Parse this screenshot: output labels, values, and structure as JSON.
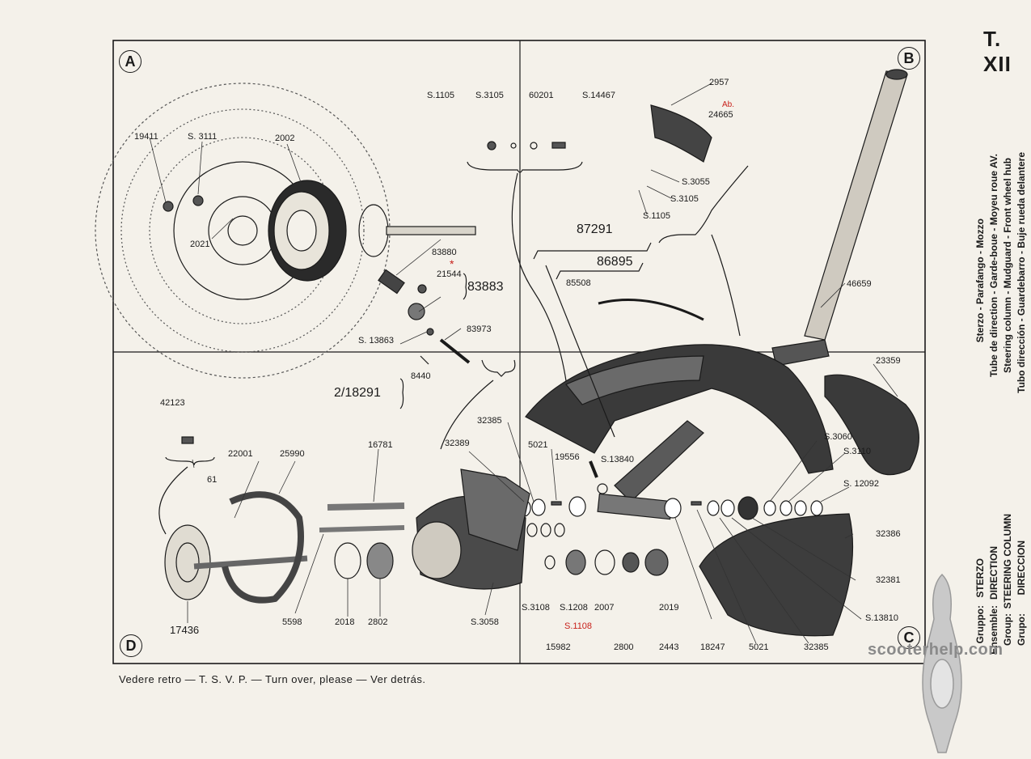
{
  "plate": "T. XII",
  "quadrants": [
    "A",
    "B",
    "C",
    "D"
  ],
  "footer": "Vedere retro — T. S. V. P. — Turn over, please — Ver detrás.",
  "side_title": [
    "Sterzo - Parafango - Mozzo",
    "Tube de direction - Garde-boue - Moyeu roue AV.",
    "Steering column - Mudguard - Front wheel hub",
    "Tubo dirección - Guardebarro - Buje rueda delantere"
  ],
  "group": {
    "labels": [
      "Gruppo:",
      "Ensemble:",
      "Group:",
      "Grupo:"
    ],
    "values": [
      "STERZO",
      "DIRECTION",
      "STEERING COLUMN",
      "DIRECCION"
    ]
  },
  "watermark": "scooterhelp.com",
  "part_labels": {
    "p19411": "19411",
    "pS3111": "S. 3111",
    "p2002": "2002",
    "p2021": "2021",
    "p83880": "83880",
    "p21544": "21544",
    "p83883": "83883",
    "pS13863": "S. 13863",
    "p83973": "83973",
    "p8440": "8440",
    "p2_18291": "2/18291",
    "pS1105a": "S.1105",
    "pS3105a": "S.3105",
    "p60201": "60201",
    "pS14467": "S.14467",
    "p2957": "2957",
    "pAb": "Ab.",
    "p24665": "24665",
    "pS3055": "S.3055",
    "pS3105b": "S.3105",
    "pS1105b": "S.1105",
    "p87291": "87291",
    "p86895": "86895",
    "p85508": "85508",
    "p46659": "46659",
    "p23359": "23359",
    "pS3060": "S.3060",
    "pS3110": "S.3110",
    "pS12092": "S. 12092",
    "p32386": "32386",
    "p32381": "32381",
    "pS13810": "S.13810",
    "p32385a": "32385",
    "p32389": "32389",
    "p5021a": "5021",
    "p19556": "19556",
    "pS13840": "S.13840",
    "p42123": "42123",
    "p22001": "22001",
    "p25990": "25990",
    "p16781": "16781",
    "p61": "61",
    "p17436": "17436",
    "p5598": "5598",
    "p2018": "2018",
    "p2802": "2802",
    "pS3058": "S.3058",
    "pS3108": "S.3108",
    "pS1208": "S.1208",
    "pS1108": "S.1108",
    "p15982": "15982",
    "p2800": "2800",
    "p2007": "2007",
    "p2443": "2443",
    "p2019": "2019",
    "p18247": "18247",
    "p5021b": "5021",
    "p32385b": "32385"
  },
  "star": "*"
}
